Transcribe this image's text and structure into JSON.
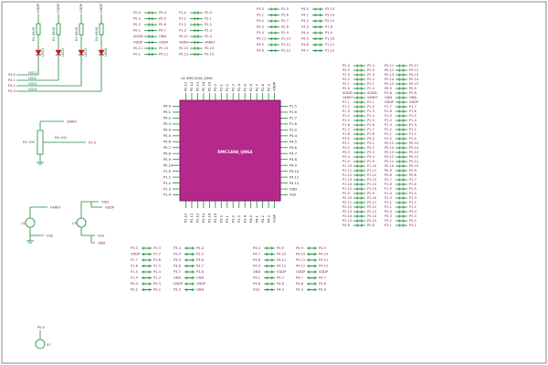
{
  "chip": {
    "refdes": "U1 XMC1404_Q064",
    "part": "XMC1404_Q064",
    "top_pins": [
      "P0.11",
      "P0.12",
      "P0.13",
      "P0.14",
      "P0.15",
      "P2.0",
      "P2.1",
      "P2.2",
      "P2.3",
      "P2.4",
      "P2.5",
      "P2.6",
      "P2.7",
      "P2.8",
      "P2.9",
      "VDDP"
    ],
    "bottom_pins": [
      "P2.10",
      "P2.11",
      "P2.12",
      "P2.13",
      "P2.14",
      "P2.15",
      "P3.0",
      "P3.1",
      "P3.2",
      "P3.3",
      "P3.4",
      "P4.0",
      "P4.1",
      "P4.2",
      "P4.3",
      "VSSP"
    ],
    "left_pins": [
      "P0.0",
      "P0.1",
      "P0.2",
      "P0.3",
      "P0.4",
      "P0.5",
      "P0.6",
      "P0.7",
      "P0.8",
      "P0.9",
      "P0.10",
      "P1.0",
      "P1.1",
      "P1.2",
      "P1.3",
      "P1.4"
    ],
    "right_pins": [
      "P1.5",
      "P1.6",
      "P1.7",
      "P1.8",
      "P1.9",
      "P4.4",
      "P4.5",
      "P4.6",
      "P4.7",
      "P4.8",
      "P4.9",
      "P4.10",
      "P4.11",
      "P4.12",
      "VDD",
      "VSS"
    ]
  },
  "leds": {
    "resistors": [
      "R1 680R",
      "R2 680R",
      "R3 680R",
      "R4 680R"
    ],
    "labels": [
      "LED1",
      "LED2",
      "LED3",
      "LED4"
    ],
    "rails": [
      "VDDP",
      "VDDP",
      "VDDP",
      "VDDP"
    ],
    "nets": [
      "P4.0",
      "P4.1",
      "P4.2",
      "P4.3"
    ],
    "net_names": [
      "LED1",
      "LED2",
      "LED3",
      "LED4"
    ]
  },
  "pot": {
    "ref": "R5 10K",
    "top": "VAREF",
    "wiper": "P2.0",
    "res": "R6 100"
  },
  "supplies": {
    "u2": "U2",
    "u3": "U3",
    "vaddr": "VAREF",
    "vdd": "VDD",
    "vddp": "VDDP",
    "vss": "VSS",
    "gnd": "GND"
  },
  "connector": {
    "pin": "P0.0",
    "ref": "X1"
  },
  "tables": {
    "t1_left": [
      "P0.4",
      "P0.3",
      "P0.2",
      "P0.1",
      "AGND",
      "VDDP",
      "P0.11",
      "P0.1"
    ],
    "t1_right": [
      "P0.4",
      "P0.5",
      "P0.6",
      "P0.7",
      "GND",
      "VDDP",
      "P0.10",
      "P0.11"
    ],
    "t2_left": [
      "P1.0",
      "P1.1",
      "P1.2",
      "P1.3",
      "P0.11",
      "VAREF",
      "P0.13",
      "P0.13"
    ],
    "t2_right": [
      "P2.0",
      "P2.1",
      "P2.2",
      "P2.3",
      "P2.4",
      "VAREF",
      "P0.15",
      "P0.15"
    ],
    "t3_left": [
      "P3.0",
      "P3.1",
      "P3.2",
      "P3.3",
      "P3.4",
      "P0.11",
      "P4.5",
      "P4.6"
    ],
    "t3_right": [
      "P2.5",
      "P2.6",
      "P2.7",
      "P2.8",
      "P2.9",
      "P2.10",
      "P2.11",
      "P2.12"
    ],
    "t4_left": [
      "P4.0",
      "P4.1",
      "P4.2",
      "P4.3",
      "P4.4",
      "P4.5",
      "P4.6",
      "P4.7"
    ],
    "t4_right": [
      "P2.13",
      "P2.14",
      "P2.15",
      "P1.8",
      "P1.9",
      "P1.10",
      "P1.11",
      "P1.12"
    ],
    "r_col1": [
      "P2.4",
      "P2.5",
      "P2.3",
      "P2.2",
      "P2.1",
      "P2.0",
      "AGND",
      "VAREF",
      "P1.1",
      "P1.2",
      "P1.3",
      "P1.4",
      "P1.5",
      "P1.6",
      "P1.7",
      "P1.8",
      "P3.0",
      "P3.1",
      "P3.2",
      "P3.3",
      "P3.4",
      "P1.9",
      "P1.10",
      "P1.11",
      "P1.12",
      "P1.13",
      "P1.14",
      "P1.15",
      "P2.9",
      "P2.10",
      "P2.11",
      "P2.12",
      "P2.13",
      "P2.14",
      "P2.15",
      "P0.8"
    ],
    "r_col2": [
      "P2.4",
      "P2.5",
      "P2.3",
      "P2.2",
      "P2.1",
      "P2.0",
      "AGND",
      "VAREF",
      "P1.1",
      "P1.2",
      "P1.3",
      "P1.4",
      "P1.5",
      "P1.6",
      "P1.7",
      "P1.8",
      "P3.0",
      "P3.1",
      "P3.2",
      "P3.3",
      "P3.4",
      "P1.9",
      "P1.10",
      "P1.11",
      "P1.12",
      "P1.13",
      "P1.14",
      "P1.15",
      "P2.9",
      "P2.10",
      "P2.11",
      "P2.12",
      "P2.13",
      "P2.14",
      "P2.15",
      "P0.8"
    ],
    "r_col3": [
      "P0.11",
      "P0.12",
      "P0.13",
      "P0.14",
      "P0.15",
      "P0.9",
      "P0.8",
      "GND",
      "VDDP",
      "P1.7",
      "P1.6",
      "P1.5",
      "P1.4",
      "P1.3",
      "P1.2",
      "P1.1",
      "P1.0",
      "P0.15",
      "P0.14",
      "P0.13",
      "P0.12",
      "P0.11",
      "P0.10",
      "P0.9",
      "P0.8",
      "P1.7",
      "P1.6",
      "P1.5",
      "P1.4",
      "P1.3",
      "P1.2",
      "P1.1",
      "P3.4",
      "P3.3",
      "P3.2",
      "P3.1"
    ],
    "r_col4": [
      "P0.11",
      "P0.12",
      "P0.13",
      "P0.14",
      "P0.15",
      "P0.9",
      "P0.8",
      "GND",
      "VDDP",
      "P1.7",
      "P1.6",
      "P1.5",
      "P1.4",
      "P1.3",
      "P1.2",
      "P1.1",
      "P1.0",
      "P0.15",
      "P0.14",
      "P0.13",
      "P0.12",
      "P0.11",
      "P0.10",
      "P0.9",
      "P0.8",
      "P1.7",
      "P1.6",
      "P1.5",
      "P1.4",
      "P1.3",
      "P1.2",
      "P1.1",
      "P3.4",
      "P3.3",
      "P3.2",
      "P3.1"
    ],
    "b1_left": [
      "P3.3",
      "VDDP",
      "P1.7",
      "P1.6",
      "P1.5",
      "P1.4",
      "P0.3",
      "P0.2"
    ],
    "b1_right": [
      "P3.3",
      "P1.7",
      "P1.6",
      "P1.5",
      "P1.4",
      "P1.3",
      "P0.3",
      "P0.2"
    ],
    "b2_left": [
      "P3.4",
      "P3.4",
      "P3.5",
      "P3.6",
      "P3.7",
      "GND",
      "VDDP",
      "P3.5"
    ],
    "b2_right": [
      "P3.4",
      "P3.5",
      "P3.6",
      "P3.7",
      "P3.8",
      "GND",
      "VDDP",
      "GND"
    ],
    "b3_left": [
      "P4.4",
      "P4.7",
      "P4.6",
      "P4.5",
      "GND",
      "P4.1",
      "P4.8",
      "VSS"
    ],
    "b3_right": [
      "P4.9",
      "P4.10",
      "P4.11",
      "P4.12",
      "VDDP",
      "P4.7",
      "P4.8",
      "P4.9"
    ],
    "b4_left": [
      "P4.9",
      "P4.10",
      "P4.11",
      "P4.12",
      "VDDP",
      "P4.7",
      "P4.8",
      "P4.9"
    ],
    "b4_right": [
      "P4.9",
      "P4.10",
      "P4.11",
      "P4.12",
      "VDDP",
      "P4.7",
      "P4.8",
      "P4.9"
    ]
  },
  "colors": {
    "chip": "#b5288c",
    "wire": "#1f8a3a",
    "netlabel": "#7a1d52",
    "frame": "#8a8a8a"
  }
}
